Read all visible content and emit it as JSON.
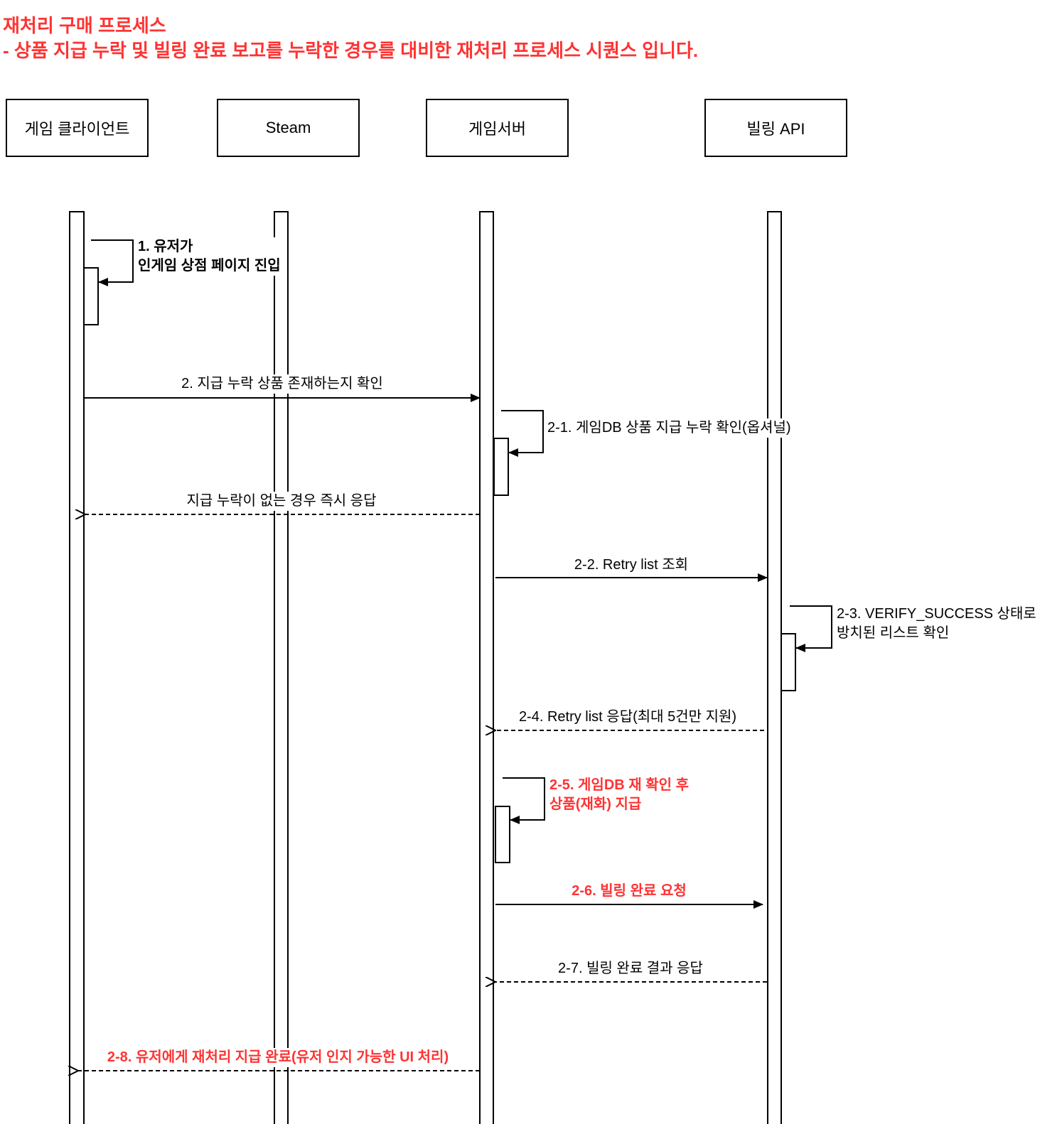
{
  "title": "재처리 구매 프로세스",
  "subtitle": " - 상품 지급 누락 및 빌링 완료 보고를 누락한 경우를 대비한 재처리 프로세스 시퀀스 입니다.",
  "participants": [
    "게임 클라이언트",
    "Steam",
    "게임서버",
    "빌링 API"
  ],
  "messages": {
    "m1_line1": "1. 유저가",
    "m1_line2": "인게임 상점 페이지 진입",
    "m2": "2. 지급 누락 상품 존재하는지 확인",
    "m2_1": "2-1. 게임DB 상품 지급 누락 확인(옵셔널)",
    "m_resp": "지급 누락이 없는 경우 즉시 응답",
    "m2_2": "2-2. Retry list 조회",
    "m2_3_line1": "2-3. VERIFY_SUCCESS 상태로",
    "m2_3_line2": "방치된 리스트 확인",
    "m2_4": "2-4. Retry list 응답(최대 5건만 지원)",
    "m2_5_line1": "2-5. 게임DB 재 확인 후",
    "m2_5_line2": "상품(재화) 지급",
    "m2_6": "2-6. 빌링 완료 요청",
    "m2_7": "2-7. 빌링 완료 결과 응답",
    "m2_8": "2-8. 유저에게  재처리 지급 완료(유저 인지 가능한 UI 처리)"
  },
  "colors": {
    "highlight": "#ff3333",
    "line": "#000000"
  }
}
